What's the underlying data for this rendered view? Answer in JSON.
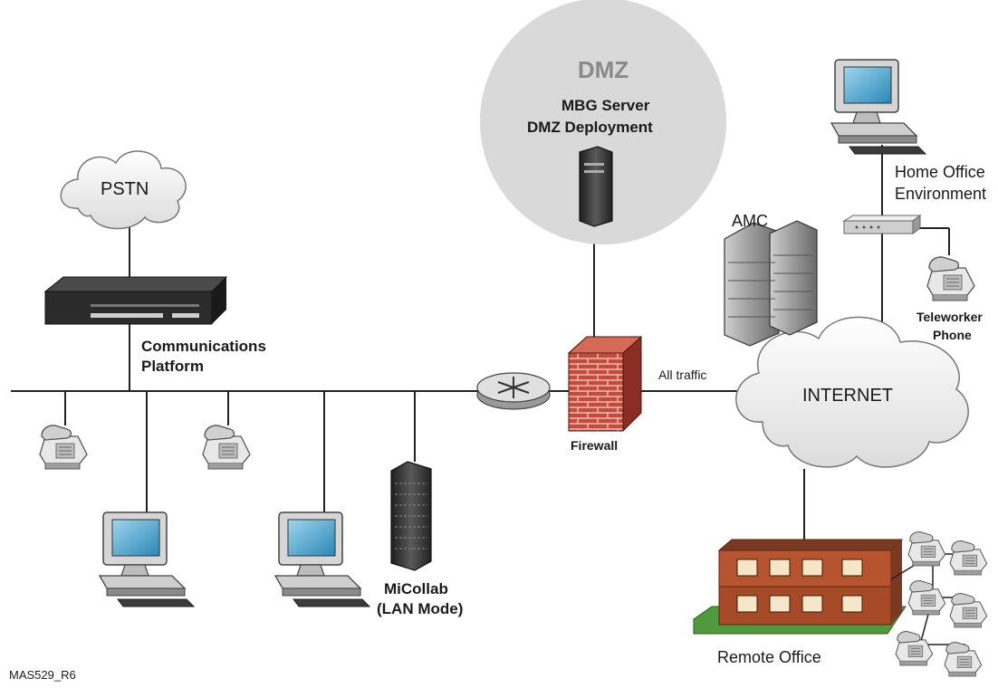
{
  "labels": {
    "dmz": "DMZ",
    "mbg_server": "MBG Server",
    "dmz_deployment": "DMZ Deployment",
    "pstn": "PSTN",
    "communications_platform_line1": "Communications",
    "communications_platform_line2": "Platform",
    "firewall": "Firewall",
    "all_traffic": "All traffic",
    "internet": "INTERNET",
    "amc": "AMC",
    "home_office_line1": "Home Office",
    "home_office_line2": "Environment",
    "teleworker_line1": "Teleworker",
    "teleworker_line2": "Phone",
    "micollab_line1": "MiCollab",
    "micollab_line2": "(LAN Mode)",
    "remote_office": "Remote Office",
    "figure_id": "MAS529_R6"
  },
  "colors": {
    "dmz_circle": "#d9d9d9",
    "brick": "#c84a3a",
    "building_wall": "#b5542f",
    "building_roof": "#7a3a22",
    "lawn": "#4f9a3c",
    "monitor_screen": "#4aa3c8",
    "device_dark": "#2e2e2e",
    "line": "#222222"
  }
}
